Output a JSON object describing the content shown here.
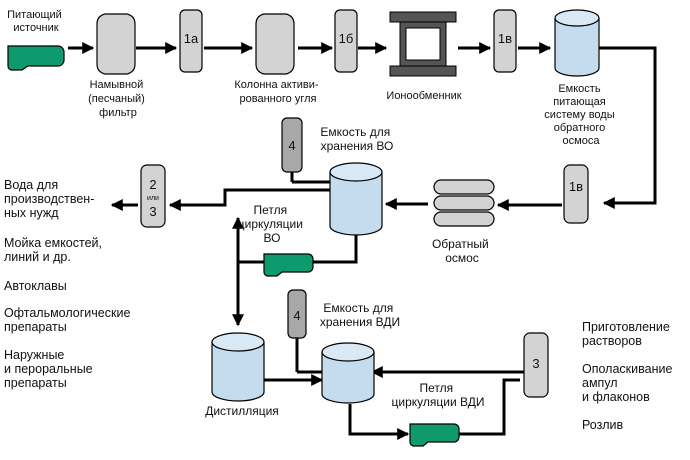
{
  "colors": {
    "tank_fill": "#c5dcee",
    "tank_top": "#d9e9f6",
    "filter_fill": "#d3d3d3",
    "pump_fill": "#0f9a6e",
    "line": "#000000"
  },
  "labels": {
    "source": [
      "Питающий",
      "источник"
    ],
    "sand_filter": [
      "Намывной",
      "(песчаный)",
      "фильтр"
    ],
    "carbon_column": [
      "Колонна активи-",
      "рованного угля"
    ],
    "ion_exchanger": [
      "Ионообменник"
    ],
    "ro_feed_tank": [
      "Емкость",
      "питающая",
      "систему воды",
      "обратного",
      "осмоса"
    ],
    "ro_storage": [
      "Емкость для",
      "хранения ВО"
    ],
    "ro_loop": [
      "Петля",
      "циркуляции",
      "ВО"
    ],
    "reverse_osmosis": [
      "Обратный",
      "осмос"
    ],
    "distillation": [
      "Дистилляция"
    ],
    "wfi_storage": [
      "Емкость для",
      "хранения ВДИ"
    ],
    "wfi_loop": [
      "Петля",
      "циркуляции ВДИ"
    ]
  },
  "modules": {
    "m1a": "1а",
    "m1b": "1б",
    "m1v_top": "1в",
    "m1v_right": "1в",
    "m4_ro": "4",
    "m4_wfi": "4",
    "m2_top": "2",
    "m2_or": "или",
    "m2_bottom": "3",
    "m3": "3"
  },
  "uses_left": [
    [
      "Вода для",
      "производствен-",
      "ных нужд"
    ],
    [
      "Мойка емкостей,",
      "линий и др."
    ],
    [
      "Автоклавы"
    ],
    [
      "Офтальмологические",
      "препараты"
    ],
    [
      "Наружные",
      "и пероральные",
      "препараты"
    ]
  ],
  "uses_right": [
    [
      "Приготовление",
      "растворов"
    ],
    [
      "Ополаскивание",
      "ампул",
      "и флаконов"
    ],
    [
      "Розлив"
    ]
  ]
}
